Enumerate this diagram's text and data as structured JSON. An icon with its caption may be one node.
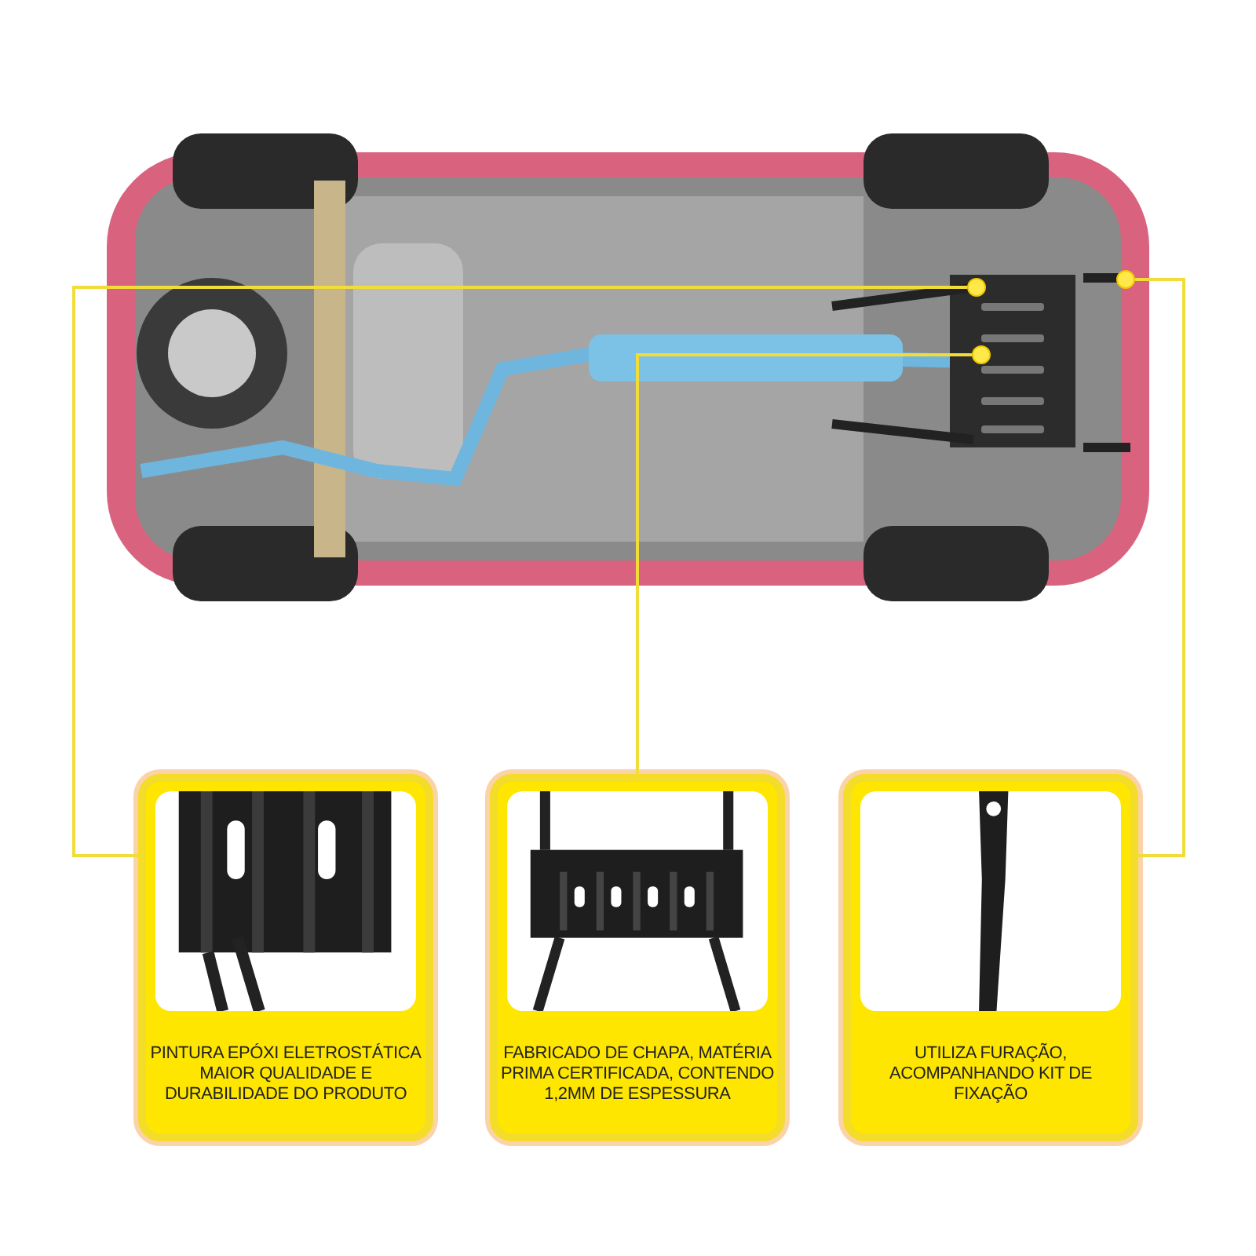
{
  "diagram": {
    "nodes": [
      {
        "text": [],
        "shape": "picture"
      },
      {
        "text": [],
        "shape": "circle",
        "in": 0
      },
      {
        "text": [],
        "shape": "circle",
        "in": 0
      },
      {
        "text": [],
        "shape": "circle",
        "in": 0
      },
      {
        "text": [
          "PINTURA EPÓXI ELETROSTÁTICA MAIOR QUALIDADE E DURABILIDADE DO PRODUTO"
        ]
      },
      {
        "text": [],
        "shape": "picture",
        "in": 4
      },
      {
        "text": [
          "FABRICADO DE CHAPA, MATÉRIA PRIMA CERTIFICADA, CONTENDO 1,2MM DE ESPESSURA"
        ]
      },
      {
        "text": [],
        "shape": "picture",
        "in": 6
      },
      {
        "text": [
          "UTILIZA FURAÇÃO, ACOMPANHANDO KIT DE FIXAÇÃO"
        ]
      },
      {
        "text": [],
        "shape": "picture",
        "in": 8
      }
    ],
    "edges": [
      {
        "from": 4,
        "to": 1,
        "arrow": "none"
      },
      {
        "from": 6,
        "to": 2,
        "arrow": "none"
      },
      {
        "from": 8,
        "to": 3,
        "arrow": "none"
      }
    ]
  }
}
